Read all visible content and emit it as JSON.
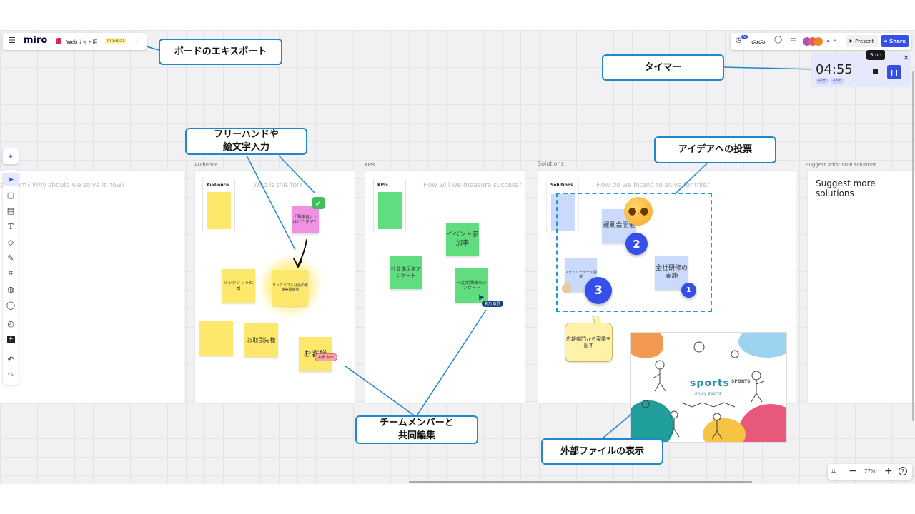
{
  "header": {
    "menu_icon": "hamburger-icon",
    "logo": "miro",
    "board_name": "Webサイト用",
    "board_badge": "Internal",
    "more_icon": "vertical-dots-icon"
  },
  "top_right": {
    "notification_count": "Ad",
    "user_count": "3",
    "present_label": "Present",
    "share_label": "Share"
  },
  "timer": {
    "time": "04:55",
    "add1": "+1m",
    "add5": "+5m",
    "tooltip": "Stop",
    "close": "×"
  },
  "frames": {
    "problem": {
      "placeholder": "problem? Why should we solve it now?"
    },
    "audience": {
      "label": "Audience",
      "card_title": "Audience",
      "placeholder": "Who is this for?",
      "notes": [
        "「関係者」とはどこまで？",
        "リックソフト社員",
        "リックソフト社員の家族等関係者",
        "お取引先様",
        "お客様"
      ]
    },
    "kpis": {
      "label": "KPIs",
      "card_title": "KPIs",
      "placeholder": "How will we measure success?",
      "notes": [
        "イベント参加率",
        "社員満足度アンケート",
        "一定期間後のアンケート"
      ]
    },
    "solutions": {
      "label": "Solutions",
      "card_title": "Solutions",
      "placeholder": "How do we intend to solve for this?",
      "notes": [
        "運動会開催",
        "ファミリーデーの開催",
        "全社研修の実施",
        "広報部門から案議を出す"
      ],
      "votes": [
        "2",
        "3",
        "1"
      ]
    },
    "suggest": {
      "label": "Suggest additional solutions",
      "title": "Suggest more solutions"
    }
  },
  "cursors": {
    "user1": "石橋 和田",
    "user2": "彩乃 飯野"
  },
  "image": {
    "title": "sports",
    "subtitle": "enjoy sports",
    "corner": "SPORTS"
  },
  "callouts": {
    "export": "ボードのエキスポート",
    "timer": "タイマー",
    "freehand_line1": "フリーハンドや",
    "freehand_line2": "絵文字入力",
    "vote": "アイデアへの投票",
    "team_line1": "チームメンバーと",
    "team_line2": "共同編集",
    "external": "外部ファイルの表示"
  },
  "zoom": {
    "level": "77%"
  },
  "colors": {
    "accent": "#3550e8",
    "yellow_note": "#fde86c",
    "green_note": "#5fdd7f",
    "pink_note": "#f191e4",
    "blue_note": "#c9dafc",
    "callout_border": "#1e88c9"
  }
}
